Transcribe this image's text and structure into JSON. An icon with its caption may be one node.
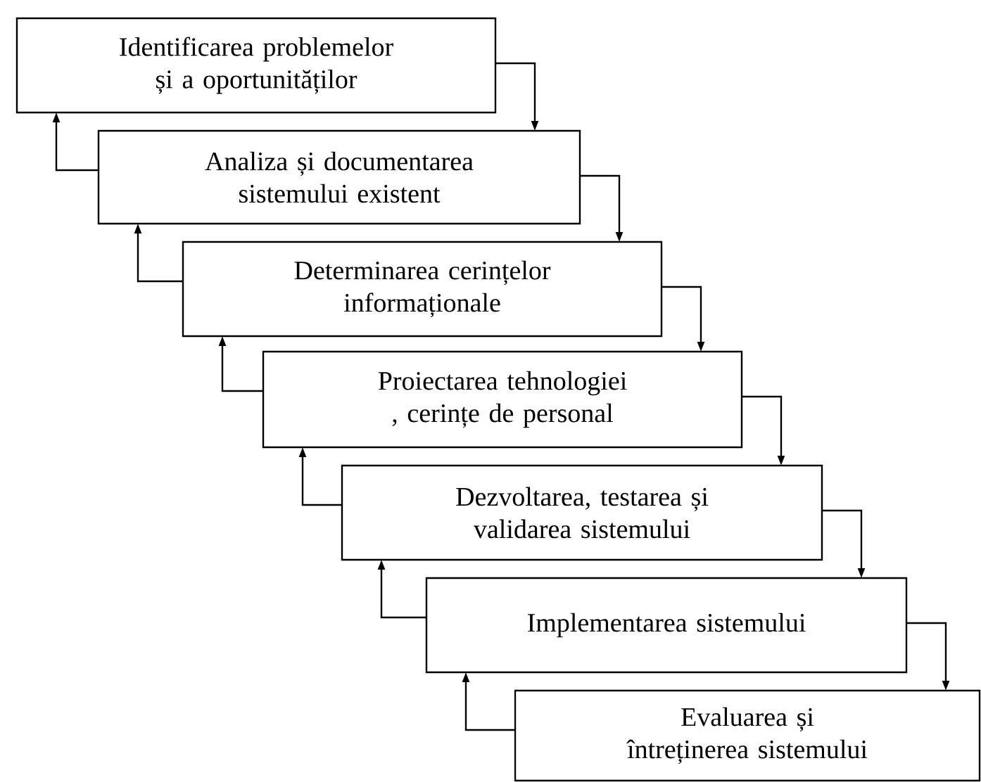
{
  "diagram": {
    "nodes": [
      {
        "text": [
          "Identificarea problemelor și a oportunităților"
        ]
      },
      {
        "text": [
          "Analiza și documentarea sistemului existent"
        ]
      },
      {
        "text": [
          "Determinarea cerințelor informaționale"
        ]
      },
      {
        "text": [
          "Proiectarea tehnologiei , cerințe de personal"
        ]
      },
      {
        "text": [
          "Dezvoltarea, testarea și validarea sistemului"
        ]
      },
      {
        "text": [
          "Implementarea sistemului"
        ]
      },
      {
        "text": [
          "Evaluarea și întreținerea sistemului"
        ]
      }
    ],
    "edges": [
      {
        "from": 0,
        "to": 1,
        "arrow": "to"
      },
      {
        "from": 1,
        "to": 0,
        "arrow": "to"
      },
      {
        "from": 1,
        "to": 2,
        "arrow": "to"
      },
      {
        "from": 2,
        "to": 1,
        "arrow": "to"
      },
      {
        "from": 2,
        "to": 3,
        "arrow": "to"
      },
      {
        "from": 3,
        "to": 2,
        "arrow": "to"
      },
      {
        "from": 3,
        "to": 4,
        "arrow": "to"
      },
      {
        "from": 4,
        "to": 3,
        "arrow": "to"
      },
      {
        "from": 4,
        "to": 5,
        "arrow": "to"
      },
      {
        "from": 5,
        "to": 4,
        "arrow": "to"
      },
      {
        "from": 5,
        "to": 6,
        "arrow": "to"
      },
      {
        "from": 6,
        "to": 5,
        "arrow": "to"
      }
    ]
  }
}
